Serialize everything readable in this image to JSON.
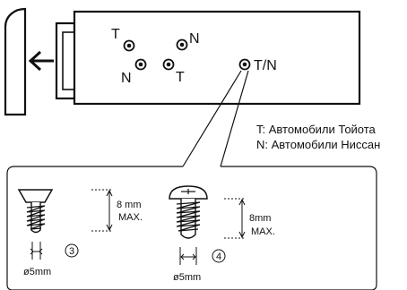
{
  "colors": {
    "ink": "#111111",
    "background": "#ffffff"
  },
  "unit": {
    "direction_icon": "arrow-left-icon",
    "mount_hole_labels": [
      "T",
      "N",
      "N",
      "T",
      "T/N"
    ]
  },
  "legend": {
    "toyota": "T: Автомобили Тойота",
    "nissan": "N: Автомобили Ниссан"
  },
  "detail": {
    "screw3": {
      "number": "3",
      "length": "8 mm",
      "max": "MAX.",
      "diameter": "ø5mm"
    },
    "screw4": {
      "number": "4",
      "length": "8mm",
      "max": "MAX.",
      "diameter": "ø5mm"
    }
  }
}
